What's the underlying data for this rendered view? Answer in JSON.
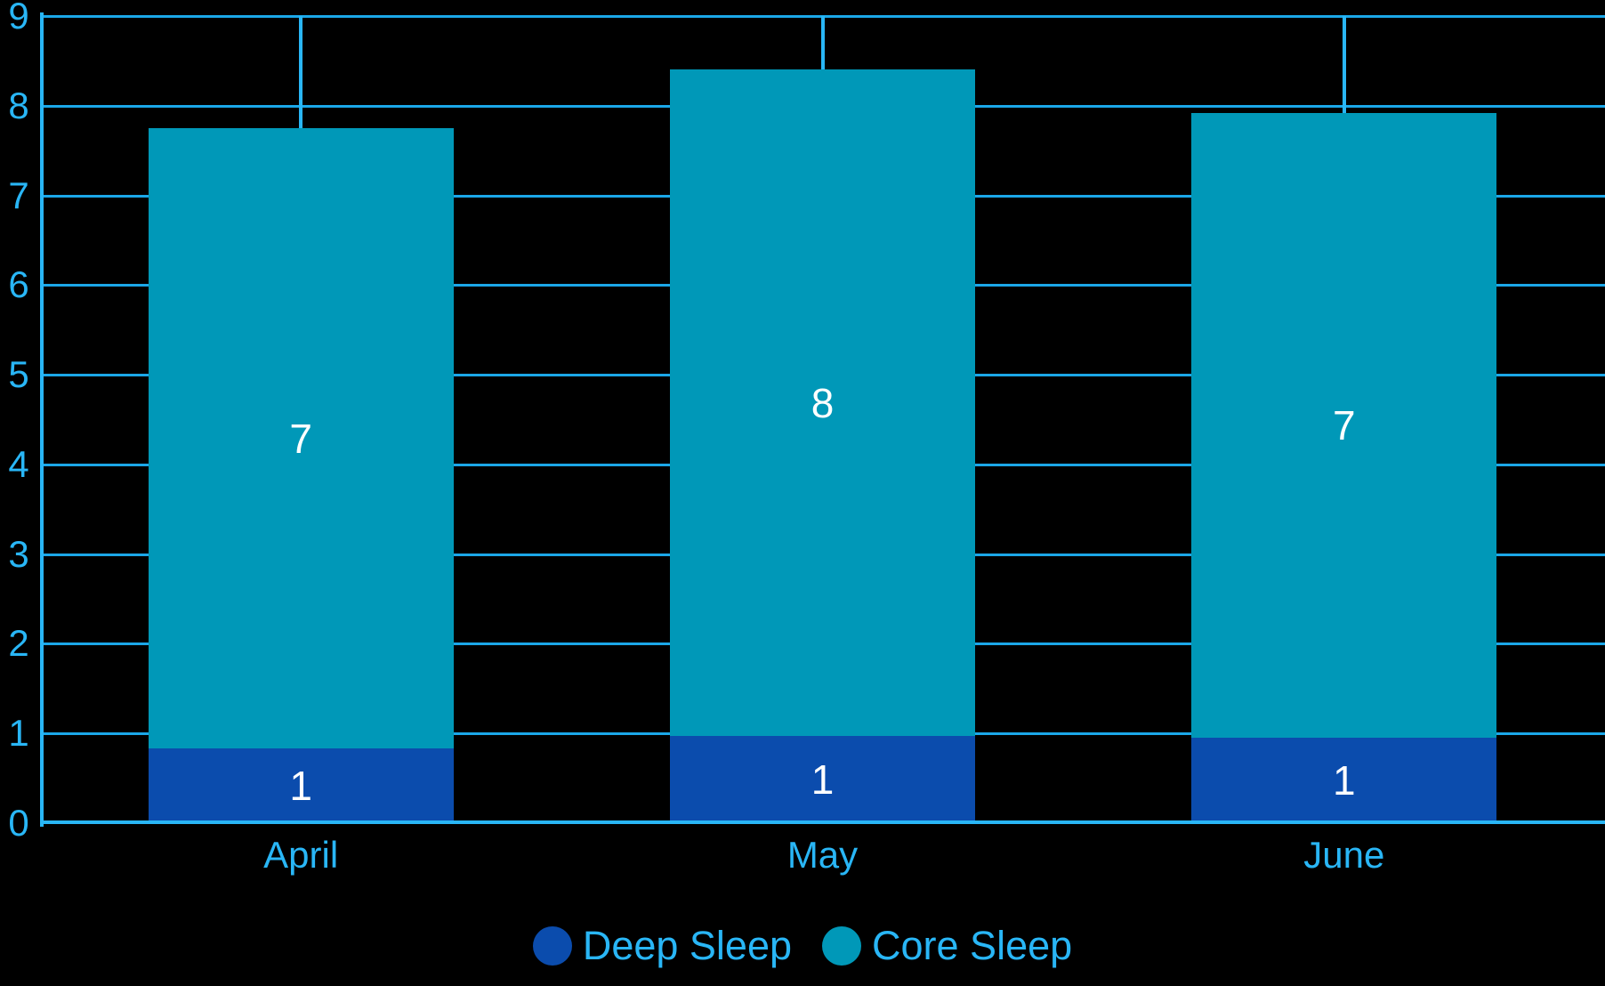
{
  "chart_data": {
    "type": "bar",
    "stacked": true,
    "title": "",
    "xlabel": "",
    "ylabel": "",
    "categories": [
      "April",
      "May",
      "June"
    ],
    "series": [
      {
        "name": "Deep Sleep",
        "color": "#0B4CAD",
        "values": [
          0.83,
          0.97,
          0.95
        ],
        "labels": [
          "1",
          "1",
          "1"
        ]
      },
      {
        "name": "Core Sleep",
        "color": "#0098B8",
        "values": [
          6.92,
          7.43,
          6.97
        ],
        "labels": [
          "7",
          "8",
          "7"
        ]
      }
    ],
    "totals": [
      7.75,
      8.4,
      7.92
    ],
    "ylim": [
      0,
      9
    ],
    "ytick_labels": [
      "0",
      "1",
      "2",
      "3",
      "4",
      "5",
      "6",
      "7",
      "8",
      "9"
    ],
    "yticks": [
      0,
      1,
      2,
      3,
      4,
      5,
      6,
      7,
      8,
      9
    ],
    "grid": true,
    "legend_position": "bottom",
    "axis_color": "#29B6F6",
    "grid_color": "#1BA7E8",
    "background_color": "#000000",
    "value_label_color": "#FFFFFF"
  },
  "axis": {
    "y_labels": [
      "0",
      "1",
      "2",
      "3",
      "4",
      "5",
      "6",
      "7",
      "8",
      "9"
    ],
    "x_labels": [
      "April",
      "May",
      "June"
    ]
  },
  "legend": {
    "items": [
      {
        "label": "Deep Sleep",
        "color": "#0B4CAD"
      },
      {
        "label": "Core Sleep",
        "color": "#0098B8"
      }
    ]
  }
}
